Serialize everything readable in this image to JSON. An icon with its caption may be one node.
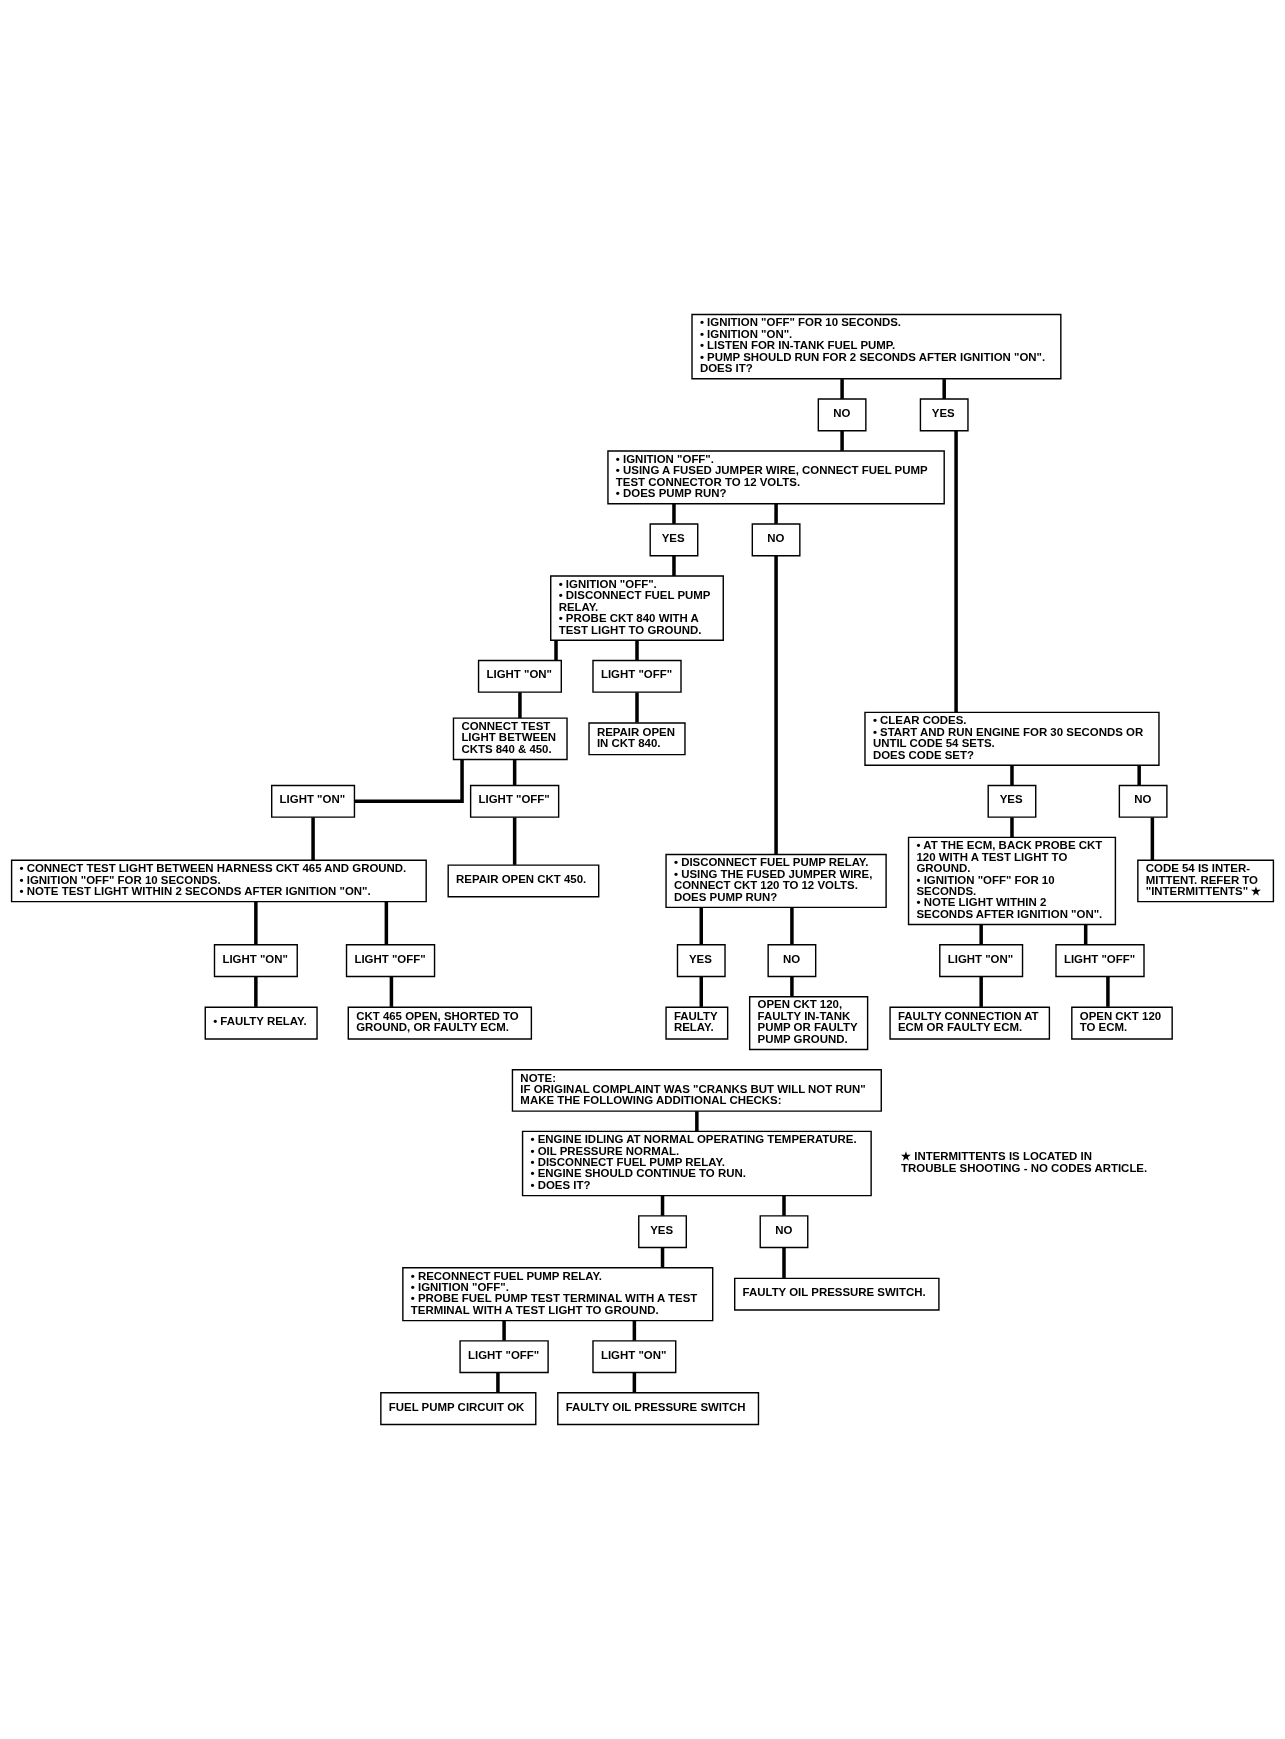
{
  "diagram": {
    "nodes": [
      {
        "text": [
          "• IGNITION \"OFF\" FOR 10 SECONDS.",
          "• IGNITION \"ON\".",
          "• LISTEN FOR IN-TANK FUEL PUMP.",
          "• PUMP SHOULD RUN FOR 2 SECONDS AFTER IGNITION \"ON\".",
          "DOES IT?"
        ]
      },
      {
        "text": [
          "NO"
        ]
      },
      {
        "text": [
          "YES"
        ]
      },
      {
        "text": [
          "• IGNITION \"OFF\".",
          "• USING A FUSED JUMPER WIRE, CONNECT FUEL PUMP TEST CONNECTOR TO 12 VOLTS.",
          "• DOES PUMP RUN?"
        ]
      },
      {
        "text": [
          "• CLEAR CODES.",
          "• START AND RUN ENGINE FOR 30 SECONDS OR UNTIL CODE 54 SETS.",
          "DOES CODE SET?"
        ]
      },
      {
        "text": [
          "YES"
        ]
      },
      {
        "text": [
          "NO"
        ]
      },
      {
        "text": [
          "YES"
        ]
      },
      {
        "text": [
          "NO"
        ]
      },
      {
        "text": [
          "• IGNITION \"OFF\".",
          "• DISCONNECT FUEL PUMP RELAY.",
          "• PROBE CKT 840 WITH A TEST LIGHT TO GROUND."
        ]
      },
      {
        "text": [
          "• DISCONNECT FUEL PUMP RELAY.",
          "• USING THE FUSED JUMPER WIRE, CONNECT CKT 120 TO 12 VOLTS.",
          "DOES PUMP RUN?"
        ]
      },
      {
        "text": [
          "• AT THE ECM, BACK PROBE CKT 120 WITH A TEST LIGHT TO GROUND.",
          "• IGNITION \"OFF\" FOR 10 SECONDS.",
          "• NOTE LIGHT WITHIN 2 SECONDS AFTER IGNITION \"ON\"."
        ]
      },
      {
        "text": [
          "CODE 54 IS INTER- MITTENT. REFER TO \"INTERMITTENTS\" ★"
        ]
      },
      {
        "text": [
          "LIGHT \"ON\""
        ]
      },
      {
        "text": [
          "LIGHT \"OFF\""
        ]
      },
      {
        "text": [
          "YES"
        ]
      },
      {
        "text": [
          "NO"
        ]
      },
      {
        "text": [
          "CONNECT TEST LIGHT BETWEEN CKTS 840 & 450."
        ]
      },
      {
        "text": [
          "REPAIR OPEN IN CKT 840."
        ]
      },
      {
        "text": [
          "FAULTY RELAY."
        ]
      },
      {
        "text": [
          "OPEN CKT 120, FAULTY IN-TANK PUMP OR FAULTY PUMP GROUND."
        ]
      },
      {
        "text": [
          "LIGHT \"ON\""
        ]
      },
      {
        "text": [
          "LIGHT \"OFF\""
        ]
      },
      {
        "text": [
          "FAULTY CONNECTION AT ECM OR FAULTY ECM."
        ]
      },
      {
        "text": [
          "OPEN CKT 120 TO ECM."
        ]
      },
      {
        "text": [
          "LIGHT \"ON\""
        ]
      },
      {
        "text": [
          "LIGHT \"OFF\""
        ]
      },
      {
        "text": [
          "• CONNECT TEST LIGHT BETWEEN HARNESS CKT 465 AND GROUND.",
          "• IGNITION \"OFF\" FOR 10 SECONDS.",
          "• NOTE TEST LIGHT WITHIN 2 SECONDS AFTER IGNITION \"ON\"."
        ]
      },
      {
        "text": [
          "REPAIR OPEN CKT 450."
        ]
      },
      {
        "text": [
          "LIGHT \"ON\""
        ]
      },
      {
        "text": [
          "LIGHT \"OFF\""
        ]
      },
      {
        "text": [
          "• FAULTY RELAY."
        ]
      },
      {
        "text": [
          "CKT 465 OPEN, SHORTED TO GROUND, OR FAULTY ECM."
        ]
      },
      {
        "text": [
          "NOTE:",
          "IF ORIGINAL COMPLAINT WAS \"CRANKS BUT WILL NOT RUN\" MAKE THE FOLLOWING ADDITIONAL CHECKS:"
        ]
      },
      {
        "text": [
          "• ENGINE IDLING AT NORMAL OPERATING TEMPERATURE.",
          "• OIL PRESSURE NORMAL.",
          "• DISCONNECT FUEL PUMP RELAY.",
          "• ENGINE SHOULD CONTINUE TO RUN.",
          "• DOES IT?"
        ]
      },
      {
        "text": [
          "YES"
        ]
      },
      {
        "text": [
          "NO"
        ]
      },
      {
        "text": [
          "• RECONNECT FUEL PUMP RELAY.",
          "• IGNITION \"OFF\".",
          "• PROBE FUEL PUMP TEST TERMINAL WITH A TEST TERMINAL WITH A TEST LIGHT TO GROUND."
        ]
      },
      {
        "text": [
          "FAULTY OIL PRESSURE SWITCH."
        ]
      },
      {
        "text": [
          "LIGHT \"OFF\""
        ]
      },
      {
        "text": [
          "LIGHT \"ON\""
        ]
      },
      {
        "text": [
          "FUEL PUMP CIRCUIT OK"
        ]
      },
      {
        "text": [
          "FAULTY OIL PRESSURE SWITCH"
        ]
      }
    ],
    "edges": [
      {
        "from": 0,
        "to": 1,
        "arrow": "none"
      },
      {
        "from": 0,
        "to": 2,
        "arrow": "none"
      },
      {
        "from": 1,
        "to": 3,
        "arrow": "none"
      },
      {
        "from": 2,
        "to": 4,
        "arrow": "none"
      },
      {
        "from": 3,
        "to": 5,
        "arrow": "none"
      },
      {
        "from": 3,
        "to": 6,
        "arrow": "none"
      },
      {
        "from": 4,
        "to": 7,
        "arrow": "none"
      },
      {
        "from": 4,
        "to": 8,
        "arrow": "none"
      },
      {
        "from": 5,
        "to": 9,
        "arrow": "none"
      },
      {
        "from": 6,
        "to": 10,
        "arrow": "none"
      },
      {
        "from": 7,
        "to": 11,
        "arrow": "none"
      },
      {
        "from": 8,
        "to": 12,
        "arrow": "none"
      },
      {
        "from": 9,
        "to": 13,
        "arrow": "none"
      },
      {
        "from": 9,
        "to": 14,
        "arrow": "none"
      },
      {
        "from": 10,
        "to": 15,
        "arrow": "none"
      },
      {
        "from": 10,
        "to": 16,
        "arrow": "none"
      },
      {
        "from": 13,
        "to": 17,
        "arrow": "none"
      },
      {
        "from": 14,
        "to": 18,
        "arrow": "none"
      },
      {
        "from": 15,
        "to": 19,
        "arrow": "none"
      },
      {
        "from": 16,
        "to": 20,
        "arrow": "none"
      },
      {
        "from": 11,
        "to": 21,
        "arrow": "none"
      },
      {
        "from": 11,
        "to": 22,
        "arrow": "none"
      },
      {
        "from": 21,
        "to": 23,
        "arrow": "none"
      },
      {
        "from": 22,
        "to": 24,
        "arrow": "none"
      },
      {
        "from": 17,
        "to": 25,
        "arrow": "none"
      },
      {
        "from": 17,
        "to": 26,
        "arrow": "none"
      },
      {
        "from": 25,
        "to": 27,
        "arrow": "none"
      },
      {
        "from": 26,
        "to": 28,
        "arrow": "none"
      },
      {
        "from": 27,
        "to": 29,
        "arrow": "none"
      },
      {
        "from": 27,
        "to": 30,
        "arrow": "none"
      },
      {
        "from": 29,
        "to": 31,
        "arrow": "none"
      },
      {
        "from": 30,
        "to": 32,
        "arrow": "none"
      },
      {
        "from": 33,
        "to": 34,
        "arrow": "none"
      },
      {
        "from": 34,
        "to": 35,
        "arrow": "none"
      },
      {
        "from": 34,
        "to": 36,
        "arrow": "none"
      },
      {
        "from": 35,
        "to": 37,
        "arrow": "none"
      },
      {
        "from": 36,
        "to": 38,
        "arrow": "none"
      },
      {
        "from": 37,
        "to": 39,
        "arrow": "none"
      },
      {
        "from": 37,
        "to": 40,
        "arrow": "none"
      },
      {
        "from": 39,
        "to": 41,
        "arrow": "none"
      },
      {
        "from": 40,
        "to": 42,
        "arrow": "none"
      }
    ],
    "labels": [
      "★ INTERMITTENTS IS LOCATED IN TROUBLE SHOOTING - NO CODES ARTICLE."
    ]
  }
}
